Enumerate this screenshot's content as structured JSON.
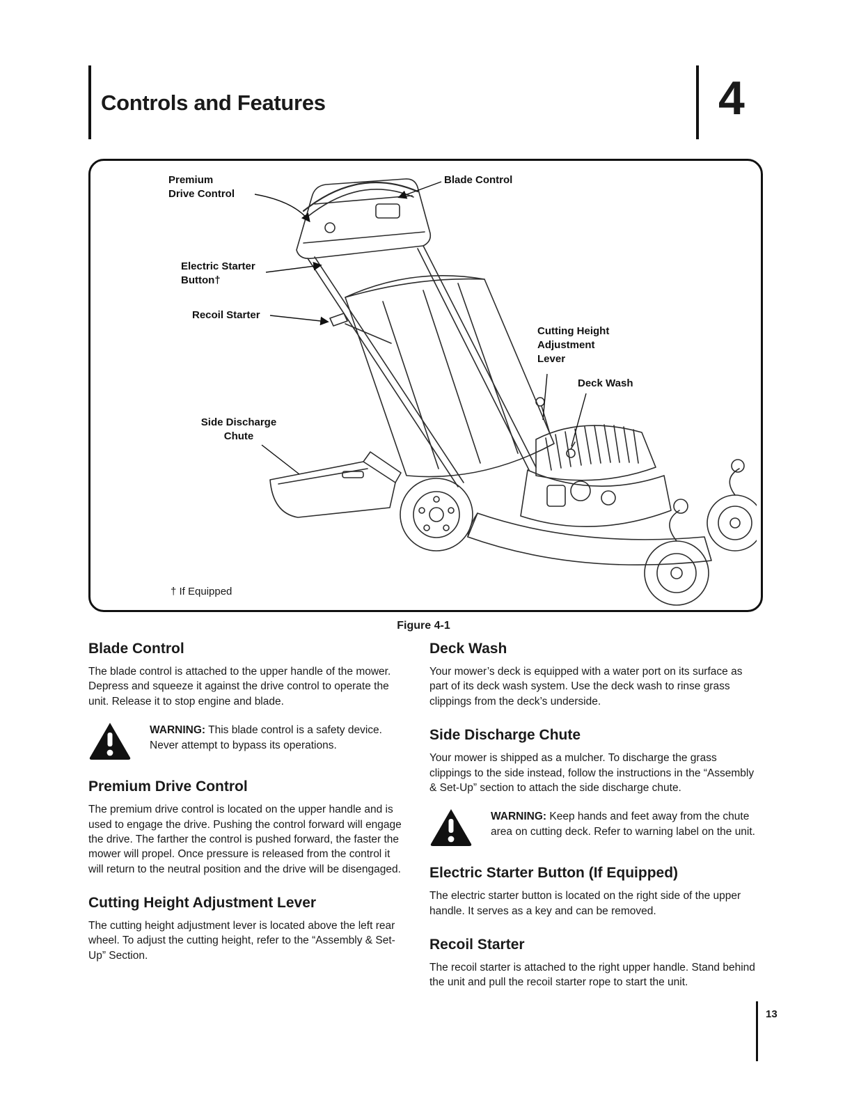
{
  "header": {
    "chapter_title": "Controls and Features",
    "chapter_number": "4"
  },
  "figure": {
    "caption": "Figure 4-1",
    "footnote": "† If Equipped",
    "labels": {
      "premium_drive_control": "Premium\nDrive Control",
      "blade_control": "Blade Control",
      "electric_starter_button": "Electric Starter\nButton†",
      "recoil_starter": "Recoil Starter",
      "cutting_height": "Cutting Height\nAdjustment\nLever",
      "deck_wash": "Deck Wash",
      "side_discharge_chute": "Side Discharge\nChute"
    }
  },
  "sections": {
    "blade_control": {
      "heading": "Blade Control",
      "body": "The blade control is attached to the upper handle of the mower. Depress and squeeze it against the drive control to operate the unit. Release it to stop engine and blade."
    },
    "premium_drive_control": {
      "heading": "Premium Drive Control",
      "body": "The premium drive control is located on the upper handle and is used to engage the drive. Pushing the control forward will engage the drive. The farther the control is pushed forward, the faster the mower will propel. Once pressure is released from the control it will return to the neutral position and the drive will be disengaged."
    },
    "cutting_height": {
      "heading": "Cutting Height Adjustment Lever",
      "body": "The cutting height adjustment lever is located above the left rear wheel. To adjust the cutting height, refer to the “Assembly & Set-Up” Section."
    },
    "deck_wash": {
      "heading": "Deck Wash",
      "body": "Your mower’s deck is equipped with a water port on its surface as part of its deck wash system. Use the deck wash to rinse grass clippings from the deck’s underside."
    },
    "side_discharge_chute": {
      "heading": "Side Discharge Chute",
      "body": "Your mower is shipped as a mulcher. To discharge the grass clippings to the side instead, follow the instructions in the “Assembly & Set-Up” section to attach the side discharge chute."
    },
    "electric_starter": {
      "heading": "Electric Starter Button (If Equipped)",
      "body": "The electric starter button is located on the right side of the upper handle. It serves as a key and can be removed."
    },
    "recoil_starter": {
      "heading": "Recoil Starter",
      "body": "The recoil starter is attached to the right upper handle. Stand behind the unit and pull the recoil starter rope to start the unit."
    }
  },
  "warnings": {
    "blade": {
      "label": "WARNING:",
      "text": " This blade control is a safety device. Never attempt to bypass its operations."
    },
    "chute": {
      "label": "WARNING:",
      "text": " Keep hands and feet away from the chute area on cutting deck. Refer to warning label on the unit."
    }
  },
  "footer": {
    "page_number": "13"
  }
}
